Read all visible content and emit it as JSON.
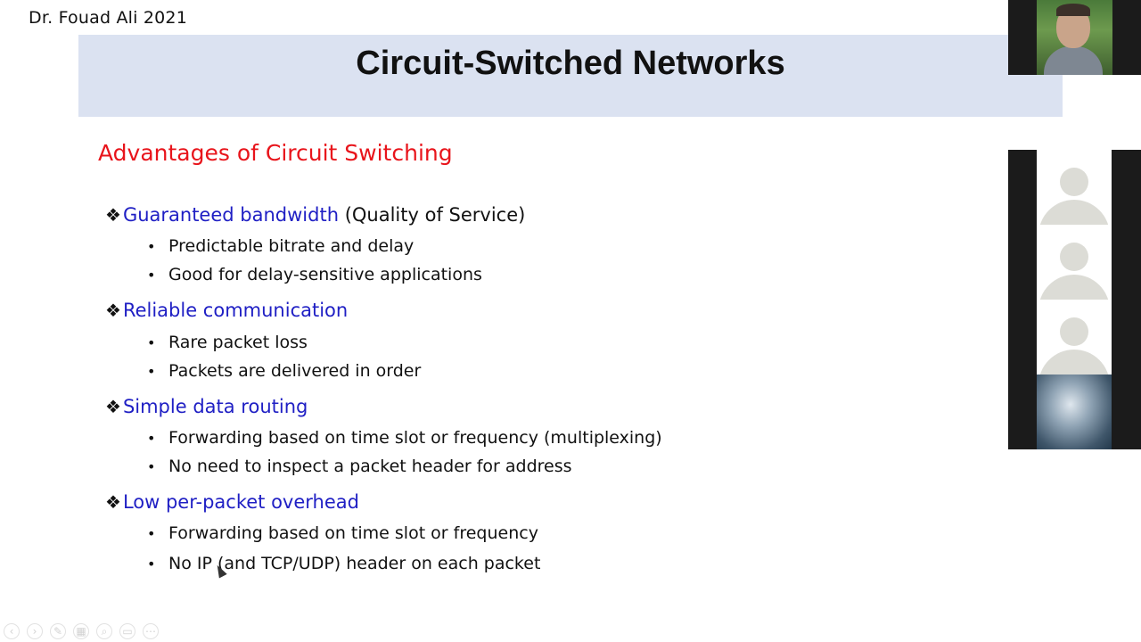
{
  "author": "Dr. Fouad Ali 2021",
  "slide": {
    "title": "Circuit-Switched Networks",
    "subtitle": "Advantages of Circuit Switching",
    "sections": [
      {
        "heading": "Guaranteed bandwidth",
        "suffix": " (Quality of Service)",
        "bullets": [
          "Predictable bitrate and delay",
          "Good for delay-sensitive applications"
        ]
      },
      {
        "heading": "Reliable communication",
        "suffix": "",
        "bullets": [
          "Rare packet loss",
          "Packets are delivered in order"
        ]
      },
      {
        "heading": "Simple data routing",
        "suffix": "",
        "bullets": [
          "Forwarding based on time slot or frequency (multiplexing)",
          "No need to inspect a packet header for address"
        ]
      },
      {
        "heading": "Low per-packet overhead",
        "suffix": "",
        "bullets": [
          "Forwarding based on time slot or frequency",
          "No IP (and TCP/UDP) header on each packet"
        ]
      }
    ]
  },
  "symbols": {
    "section_marker": "❖",
    "bullet": "•"
  },
  "colors": {
    "title_band": "#dbe2f1",
    "subtitle": "#e8141b",
    "heading": "#1f1fc4"
  },
  "icons": {
    "toolbar": [
      "previous-icon",
      "next-icon",
      "pen-icon",
      "slides-icon",
      "zoom-icon",
      "subtitles-icon",
      "more-icon"
    ]
  }
}
